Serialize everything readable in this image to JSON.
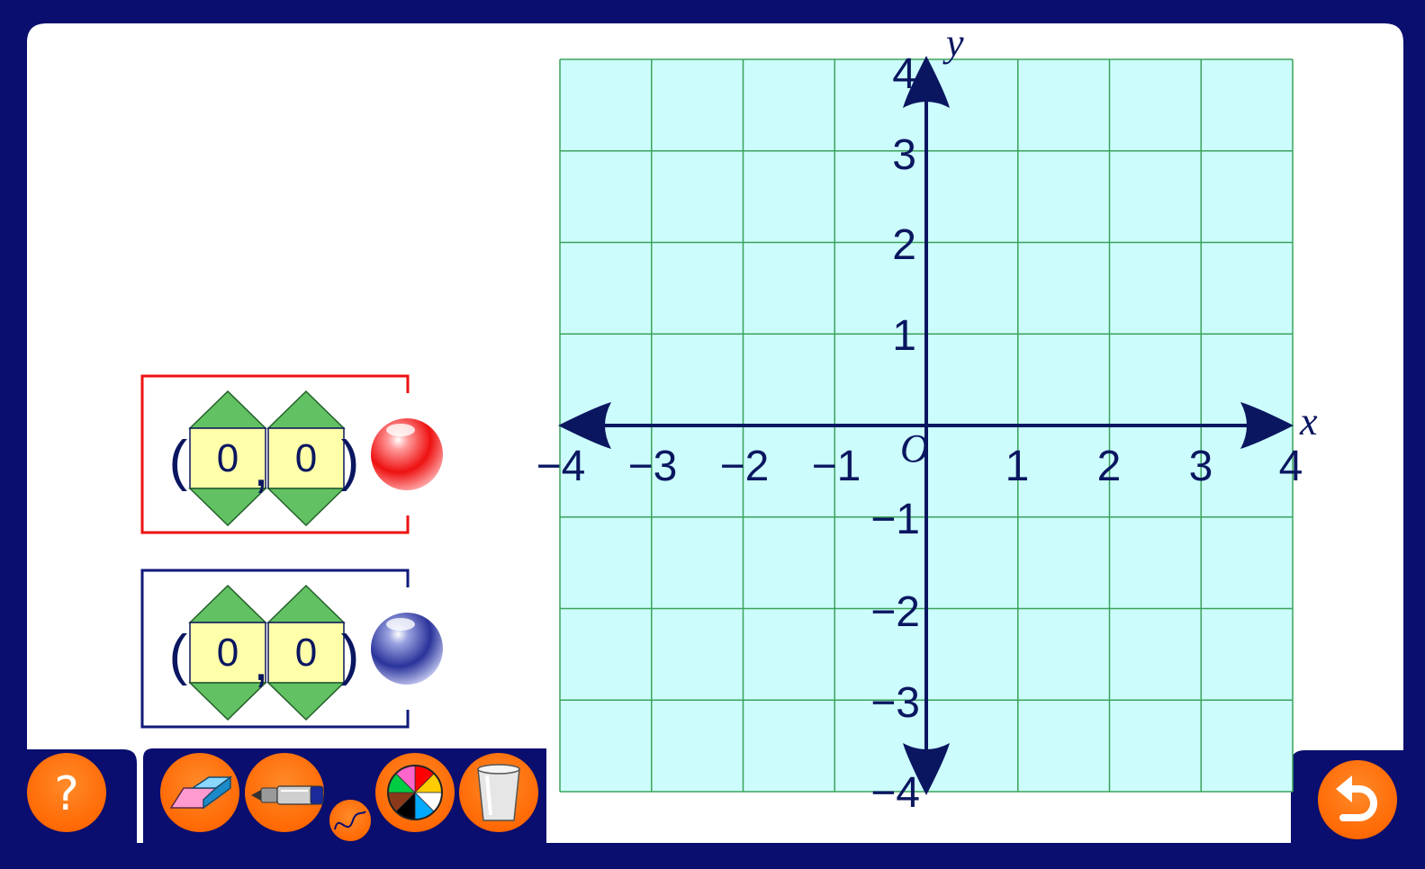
{
  "graph": {
    "x_ticks": [
      "−4",
      "−3",
      "−2",
      "−1",
      "1",
      "2",
      "3",
      "4"
    ],
    "y_ticks_pos": [
      "1",
      "2",
      "3",
      "4"
    ],
    "y_ticks_neg": [
      "−1",
      "−2",
      "−3",
      "−4"
    ],
    "origin_label": "O",
    "x_axis_label": "x",
    "y_axis_label": "y",
    "grid_fill": "#ccfcfc",
    "grid_line": "#3aa35a",
    "axis_color": "#0a1660"
  },
  "points": [
    {
      "color": "red",
      "accent": "#ee1111",
      "x": "0",
      "y": "0",
      "open_paren": "(",
      "comma": ",",
      "close_paren": ")"
    },
    {
      "color": "blue",
      "accent": "#101a7a",
      "x": "0",
      "y": "0",
      "open_paren": "(",
      "comma": ",",
      "close_paren": ")"
    }
  ],
  "toolbar": {
    "help_label": "?",
    "tools": [
      "eraser-icon",
      "pen-icon",
      "freehand-icon",
      "color-wheel-icon",
      "bin-icon"
    ],
    "undo": "undo-icon"
  },
  "colors": {
    "frame": "#0a0e6e",
    "button": "#ff6600",
    "input_bg": "#ffffaa",
    "stepper": "#62c162"
  }
}
